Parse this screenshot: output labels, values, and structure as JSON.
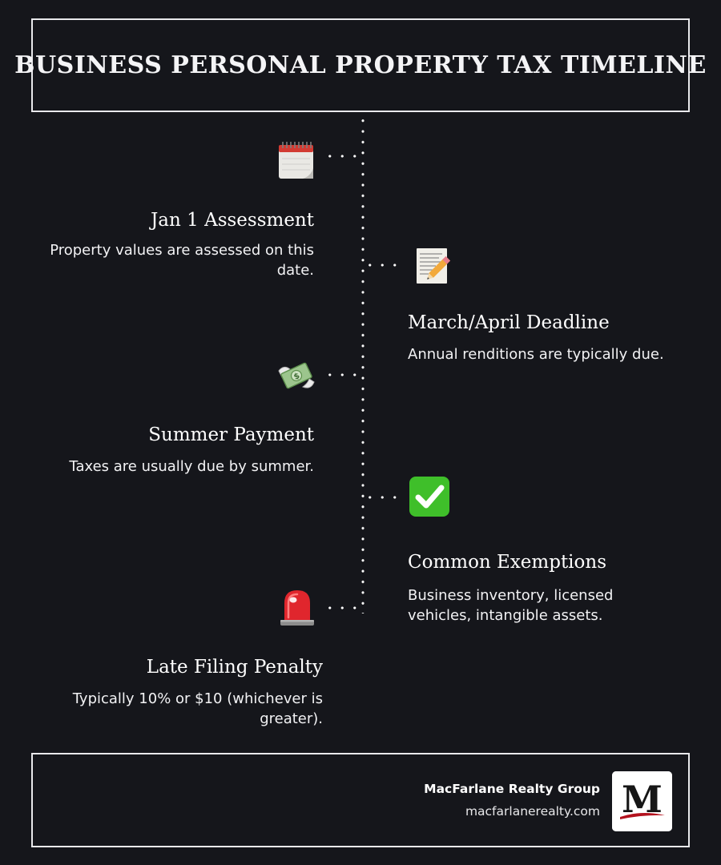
{
  "header": {
    "title": "BUSINESS PERSONAL PROPERTY TAX TIMELINE"
  },
  "timeline": [
    {
      "title": "Jan 1 Assessment",
      "description": "Property values are assessed on this date.",
      "side": "left",
      "icon": "calendar-icon"
    },
    {
      "title": "March/April Deadline",
      "description": "Annual renditions are typically due.",
      "side": "right",
      "icon": "memo-pencil-icon"
    },
    {
      "title": "Summer Payment",
      "description": "Taxes are usually due by summer.",
      "side": "left",
      "icon": "money-with-wings-icon"
    },
    {
      "title": "Common Exemptions",
      "description": "Business inventory, licensed vehicles, intangible assets.",
      "side": "right",
      "icon": "check-mark-icon"
    },
    {
      "title": "Late Filing Penalty",
      "description": "Typically 10% or $10 (whichever is greater).",
      "side": "left",
      "icon": "siren-light-icon"
    }
  ],
  "footer": {
    "company": "MacFarlane Realty Group",
    "url": "macfarlanerealty.com",
    "logo_letter": "M"
  },
  "colors": {
    "background": "#15161b",
    "text": "#ffffff",
    "check_green": "#3fbf2a",
    "siren_red": "#e0262d",
    "logo_red": "#b3121e"
  }
}
